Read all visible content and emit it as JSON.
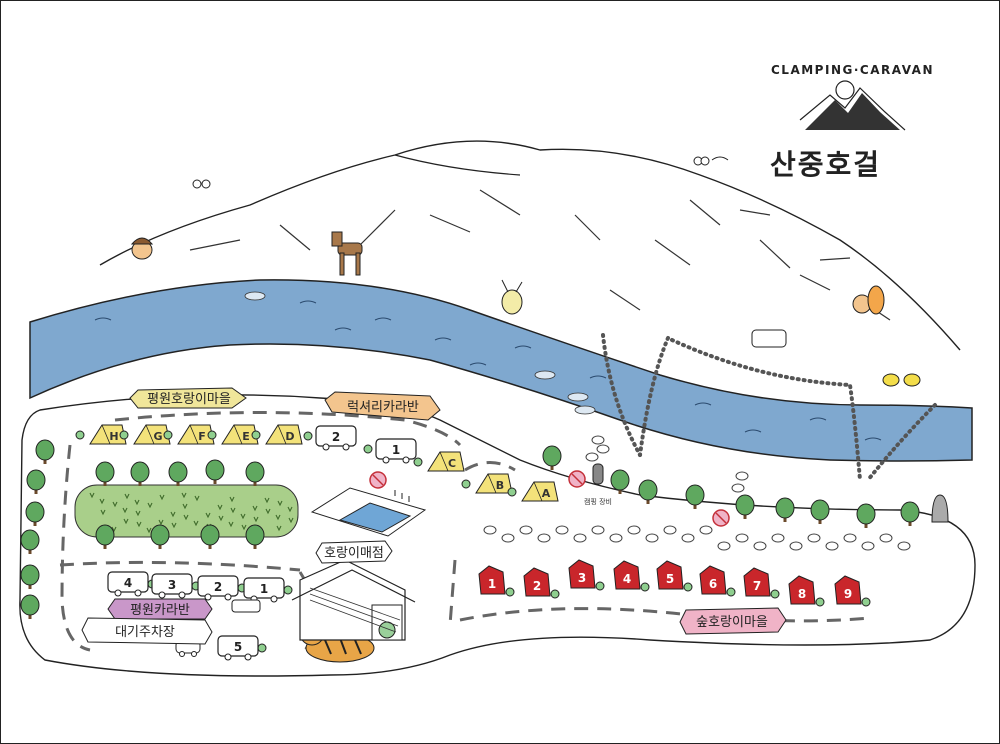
{
  "brand": {
    "arc_text": "CLAMPING·CARAVAN",
    "name": "산중호걸"
  },
  "zones": {
    "pyeongwon_village": "평원호랑이마을",
    "luxury_caravan": "럭셔리카라반",
    "pyeongwon_caravan": "평원카라반",
    "waiting_parking": "대기주차장",
    "store": "호랑이매점",
    "forest_village": "숲호랑이마을"
  },
  "pyeongwon_tents": [
    "H",
    "G",
    "F",
    "E",
    "D"
  ],
  "luxury_tents": [
    "C",
    "B",
    "A"
  ],
  "luxury_caravans": [
    "2",
    "1"
  ],
  "pyeongwon_caravans": [
    "4",
    "3",
    "2",
    "1",
    "5"
  ],
  "forest_sites": [
    "1",
    "2",
    "3",
    "4",
    "5",
    "6",
    "7",
    "8",
    "9"
  ],
  "small_sign": "캠핑\n장비",
  "colors": {
    "river": "#7fa8cf",
    "meadow": "#a9cf8a",
    "tent_yellow": "#f3e27a",
    "forest_red": "#c9262b",
    "label_yellow": "#f0e69a",
    "label_orange": "#f3c58e",
    "label_purple": "#c997c9",
    "label_pink": "#f0b3c7",
    "pool": "#6fa6d6"
  }
}
